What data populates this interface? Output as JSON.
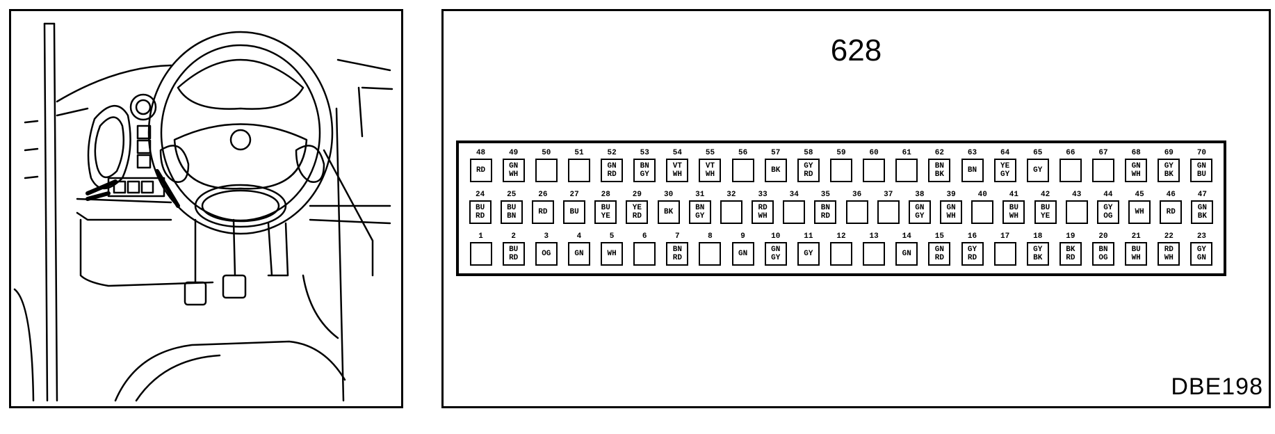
{
  "diagram": {
    "connector_number": "628",
    "figure_code": "DBE198"
  },
  "connector": {
    "rows": [
      {
        "row": "top",
        "pins": [
          {
            "num": "48",
            "colors": [
              "RD"
            ]
          },
          {
            "num": "49",
            "colors": [
              "GN",
              "WH"
            ]
          },
          {
            "num": "50",
            "colors": []
          },
          {
            "num": "51",
            "colors": []
          },
          {
            "num": "52",
            "colors": [
              "GN",
              "RD"
            ]
          },
          {
            "num": "53",
            "colors": [
              "BN",
              "GY"
            ]
          },
          {
            "num": "54",
            "colors": [
              "VT",
              "WH"
            ]
          },
          {
            "num": "55",
            "colors": [
              "VT",
              "WH"
            ]
          },
          {
            "num": "56",
            "colors": []
          },
          {
            "num": "57",
            "colors": [
              "BK"
            ]
          },
          {
            "num": "58",
            "colors": [
              "GY",
              "RD"
            ]
          },
          {
            "num": "59",
            "colors": []
          },
          {
            "num": "60",
            "colors": []
          },
          {
            "num": "61",
            "colors": []
          },
          {
            "num": "62",
            "colors": [
              "BN",
              "BK"
            ]
          },
          {
            "num": "63",
            "colors": [
              "BN"
            ]
          },
          {
            "num": "64",
            "colors": [
              "YE",
              "GY"
            ]
          },
          {
            "num": "65",
            "colors": [
              "GY"
            ]
          },
          {
            "num": "66",
            "colors": []
          },
          {
            "num": "67",
            "colors": []
          },
          {
            "num": "68",
            "colors": [
              "GN",
              "WH"
            ]
          },
          {
            "num": "69",
            "colors": [
              "GY",
              "BK"
            ]
          },
          {
            "num": "70",
            "colors": [
              "GN",
              "BU"
            ]
          }
        ]
      },
      {
        "row": "middle",
        "pins": [
          {
            "num": "24",
            "colors": [
              "BU",
              "RD"
            ]
          },
          {
            "num": "25",
            "colors": [
              "BU",
              "BN"
            ]
          },
          {
            "num": "26",
            "colors": [
              "RD"
            ]
          },
          {
            "num": "27",
            "colors": [
              "BU"
            ]
          },
          {
            "num": "28",
            "colors": [
              "BU",
              "YE"
            ]
          },
          {
            "num": "29",
            "colors": [
              "YE",
              "RD"
            ]
          },
          {
            "num": "30",
            "colors": [
              "BK"
            ]
          },
          {
            "num": "31",
            "colors": [
              "BN",
              "GY"
            ]
          },
          {
            "num": "32",
            "colors": []
          },
          {
            "num": "33",
            "colors": [
              "RD",
              "WH"
            ]
          },
          {
            "num": "34",
            "colors": []
          },
          {
            "num": "35",
            "colors": [
              "BN",
              "RD"
            ]
          },
          {
            "num": "36",
            "colors": []
          },
          {
            "num": "37",
            "colors": []
          },
          {
            "num": "38",
            "colors": [
              "GN",
              "GY"
            ]
          },
          {
            "num": "39",
            "colors": [
              "GN",
              "WH"
            ]
          },
          {
            "num": "40",
            "colors": []
          },
          {
            "num": "41",
            "colors": [
              "BU",
              "WH"
            ]
          },
          {
            "num": "42",
            "colors": [
              "BU",
              "YE"
            ]
          },
          {
            "num": "43",
            "colors": []
          },
          {
            "num": "44",
            "colors": [
              "GY",
              "OG"
            ]
          },
          {
            "num": "45",
            "colors": [
              "WH"
            ]
          },
          {
            "num": "46",
            "colors": [
              "RD"
            ]
          },
          {
            "num": "47",
            "colors": [
              "GN",
              "BK"
            ]
          }
        ]
      },
      {
        "row": "bottom",
        "pins": [
          {
            "num": "1",
            "colors": []
          },
          {
            "num": "2",
            "colors": [
              "BU",
              "RD"
            ]
          },
          {
            "num": "3",
            "colors": [
              "OG"
            ]
          },
          {
            "num": "4",
            "colors": [
              "GN"
            ]
          },
          {
            "num": "5",
            "colors": [
              "WH"
            ]
          },
          {
            "num": "6",
            "colors": []
          },
          {
            "num": "7",
            "colors": [
              "BN",
              "RD"
            ]
          },
          {
            "num": "8",
            "colors": []
          },
          {
            "num": "9",
            "colors": [
              "GN"
            ]
          },
          {
            "num": "10",
            "colors": [
              "GN",
              "GY"
            ]
          },
          {
            "num": "11",
            "colors": [
              "GY"
            ]
          },
          {
            "num": "12",
            "colors": []
          },
          {
            "num": "13",
            "colors": []
          },
          {
            "num": "14",
            "colors": [
              "GN"
            ]
          },
          {
            "num": "15",
            "colors": [
              "GN",
              "RD"
            ]
          },
          {
            "num": "16",
            "colors": [
              "GY",
              "RD"
            ]
          },
          {
            "num": "17",
            "colors": []
          },
          {
            "num": "18",
            "colors": [
              "GY",
              "BK"
            ]
          },
          {
            "num": "19",
            "colors": [
              "BK",
              "RD"
            ]
          },
          {
            "num": "20",
            "colors": [
              "BN",
              "OG"
            ]
          },
          {
            "num": "21",
            "colors": [
              "BU",
              "WH"
            ]
          },
          {
            "num": "22",
            "colors": [
              "RD",
              "WH"
            ]
          },
          {
            "num": "23",
            "colors": [
              "GY",
              "GN"
            ]
          }
        ]
      }
    ]
  }
}
